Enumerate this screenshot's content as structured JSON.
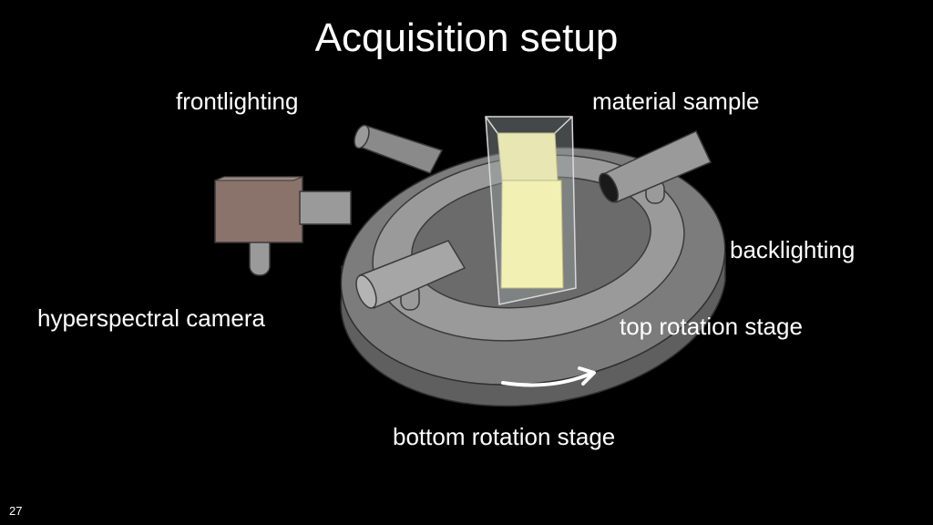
{
  "slide": {
    "title": "Acquisition setup",
    "page_number": "27"
  },
  "labels": {
    "front_lighting": "frontlighting",
    "material_sample": "material sample",
    "backlighting": "backlighting",
    "hyperspectral_camera": "hyperspectral camera",
    "top_rotation_stage": "top rotation stage",
    "bottom_rotation_stage": "bottom rotation stage"
  },
  "colors": {
    "background": "#000000",
    "stage_gray": "#7a7a7a",
    "camera_body": "#8a736b",
    "sample": "#f3f0b4",
    "text": "#ffffff"
  }
}
